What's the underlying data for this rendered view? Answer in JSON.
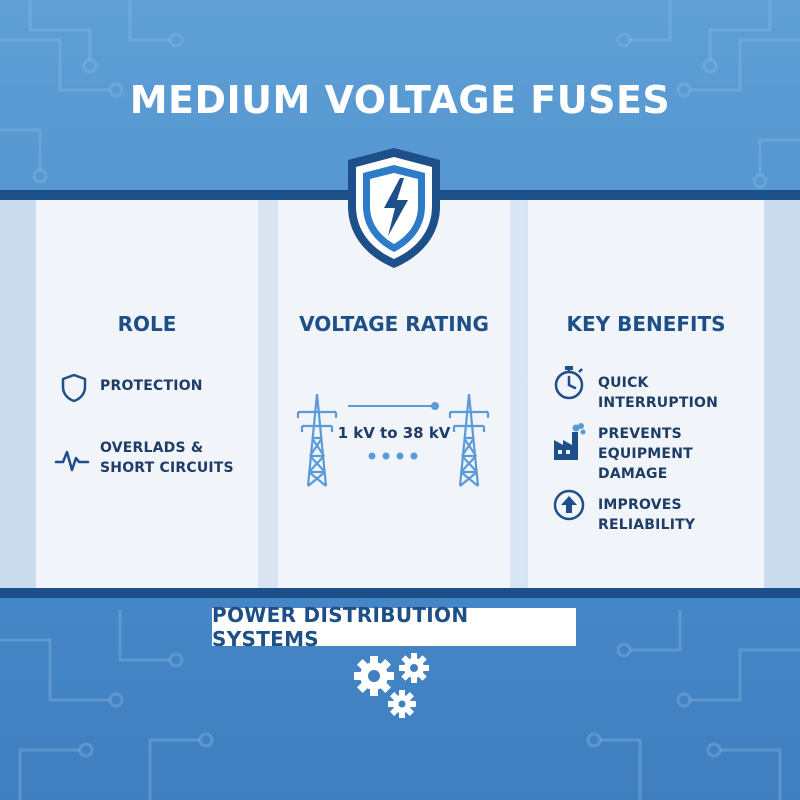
{
  "title": "MEDIUM VOLTAGE FUSES",
  "shield_icon": "lightning-bolt-shield",
  "colors": {
    "navy": "#1d4f88",
    "accent": "#2e7cc7",
    "text": "#1d3d66",
    "panel": "#f1f4f8"
  },
  "role": {
    "heading": "ROLE",
    "items": [
      {
        "icon": "shield-outline-icon",
        "label": "PROTECTION"
      },
      {
        "icon": "pulse-icon",
        "label": "OVERLADS &\nSHORT CIRCUITS"
      }
    ]
  },
  "voltage": {
    "heading": "VOLTAGE RATING",
    "range": "1 kV to 38 kV",
    "icons": [
      "transmission-tower-icon",
      "transmission-tower-icon"
    ]
  },
  "benefits": {
    "heading": "KEY BENEFITS",
    "items": [
      {
        "icon": "stopwatch-icon",
        "label": "QUICK INTERRUPTION"
      },
      {
        "icon": "factory-icon",
        "label": "PREVENTS EQUIPMENT\nDAMAGE"
      },
      {
        "icon": "arrow-up-circle-icon",
        "label": "IMPROVES RELIABILITY"
      }
    ]
  },
  "footer": {
    "label": "POWER DISTRIBUTION SYSTEMS",
    "icon": "gears-icon"
  }
}
